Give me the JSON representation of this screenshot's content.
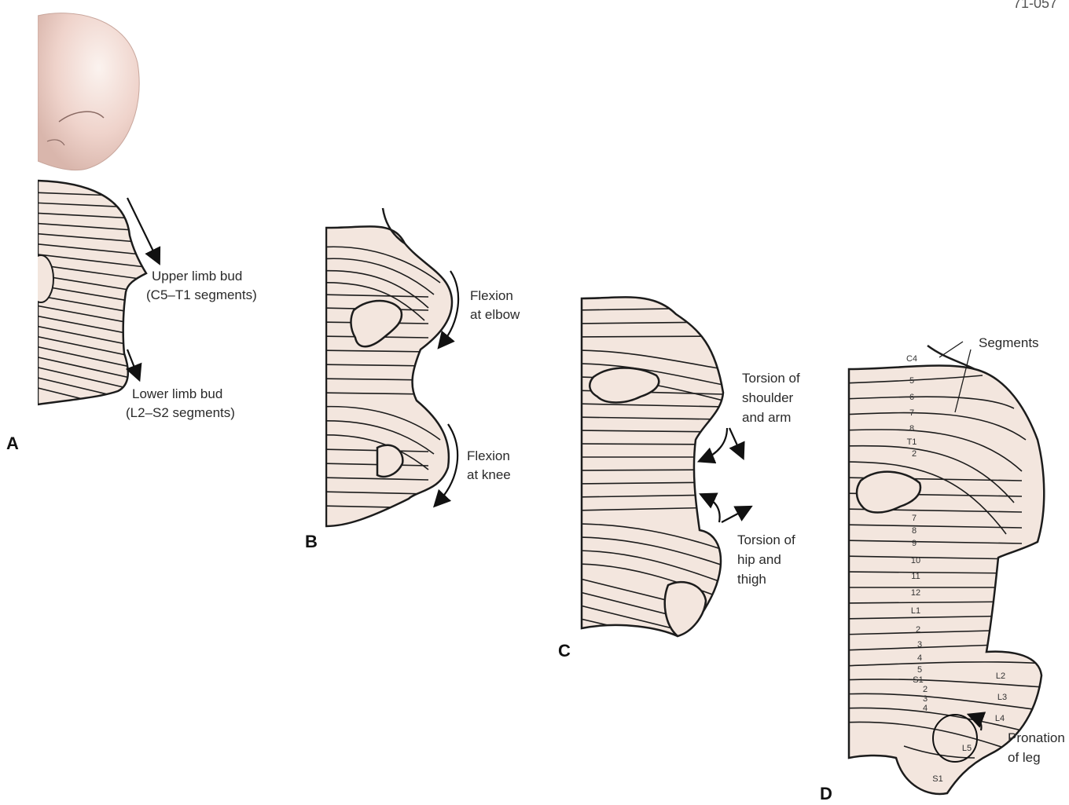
{
  "corner_text": "71-057",
  "panels": {
    "a": {
      "letter": "A",
      "upper_bud_line1": "Upper limb bud",
      "upper_bud_line2": "(C5–T1 segments)",
      "lower_bud_line1": "Lower limb bud",
      "lower_bud_line2": "(L2–S2 segments)"
    },
    "b": {
      "letter": "B",
      "elbow_line1": "Flexion",
      "elbow_line2": "at elbow",
      "knee_line1": "Flexion",
      "knee_line2": "at knee"
    },
    "c": {
      "letter": "C",
      "shoulder_line1": "Torsion of",
      "shoulder_line2": "shoulder",
      "shoulder_line3": "and arm",
      "hip_line1": "Torsion of",
      "hip_line2": "hip and",
      "hip_line3": "thigh"
    },
    "d": {
      "letter": "D",
      "segments_label": "Segments",
      "pronation_line1": "Pronation",
      "pronation_line2": "of leg",
      "segment_numbers_upper": [
        "C4",
        "5",
        "6",
        "7",
        "8",
        "T1",
        "2"
      ],
      "segment_numbers_trunk": [
        "7",
        "8",
        "9",
        "10",
        "11",
        "12",
        "L1",
        "2",
        "3",
        "4",
        "5",
        "S1",
        "2",
        "3",
        "4"
      ],
      "leg_segments": [
        "L2",
        "L3",
        "L4",
        "L5",
        "S1"
      ]
    }
  },
  "colors": {
    "skin": "#f3e6de",
    "outline": "#1c1c1c",
    "head": "#efd6cf"
  }
}
